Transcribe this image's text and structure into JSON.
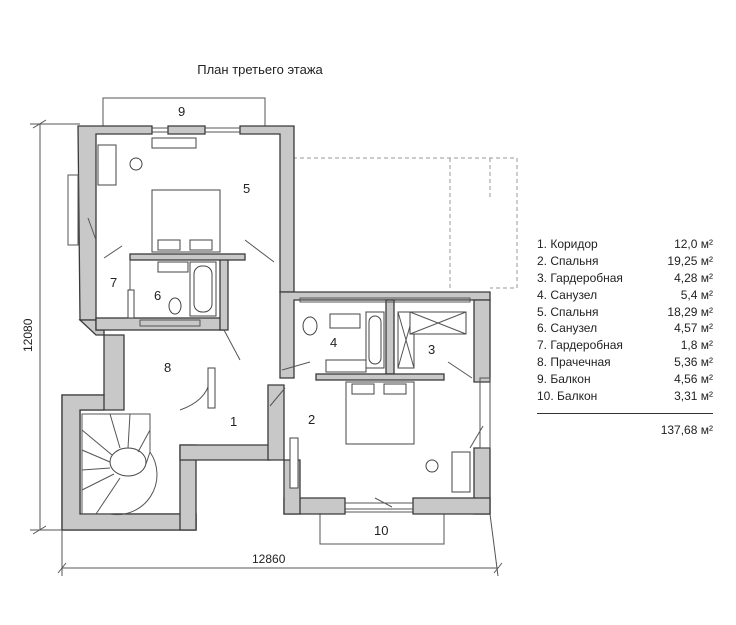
{
  "plan": {
    "title": "План третьего этажа",
    "dimension_height": "12080",
    "dimension_width": "12860"
  },
  "room_labels": [
    "1",
    "2",
    "3",
    "4",
    "5",
    "6",
    "7",
    "8",
    "9",
    "10"
  ],
  "legend": {
    "rooms": [
      {
        "name": "1. Коридор",
        "area": "12,0 м²"
      },
      {
        "name": "2. Спальня",
        "area": "19,25 м²"
      },
      {
        "name": "3. Гардеробная",
        "area": "4,28 м²"
      },
      {
        "name": "4. Санузел",
        "area": "5,4 м²"
      },
      {
        "name": "5. Спальня",
        "area": "18,29 м²"
      },
      {
        "name": "6. Санузел",
        "area": "4,57 м²"
      },
      {
        "name": "7. Гардеробная",
        "area": "1,8 м²"
      },
      {
        "name": "8. Прачечная",
        "area": "5,36 м²"
      },
      {
        "name": "9. Балкон",
        "area": "4,56 м²"
      },
      {
        "name": "10. Балкон",
        "area": "3,31 м²"
      }
    ],
    "total": "137,68 м²"
  },
  "colors": {
    "wall_fill": "#c8c8c8",
    "wall_stroke": "#3a3a3a",
    "line": "#555555"
  }
}
